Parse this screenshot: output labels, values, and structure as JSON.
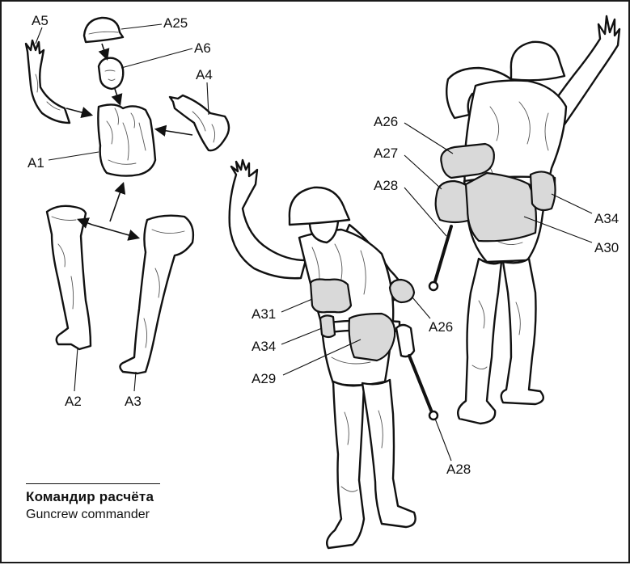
{
  "legend": {
    "title_ru": "Командир расчёта",
    "title_en": "Guncrew commander"
  },
  "part_labels": {
    "a5": "A5",
    "a25": "A25",
    "a6": "A6",
    "a4": "A4",
    "a1": "A1",
    "a2": "A2",
    "a3": "A3",
    "a26_top": "A26",
    "a27": "A27",
    "a28_top": "A28",
    "a34_right": "A34",
    "a30": "A30",
    "a31": "A31",
    "a34_front": "A34",
    "a29": "A29",
    "a26_front": "A26",
    "a28_bottom": "A28"
  }
}
